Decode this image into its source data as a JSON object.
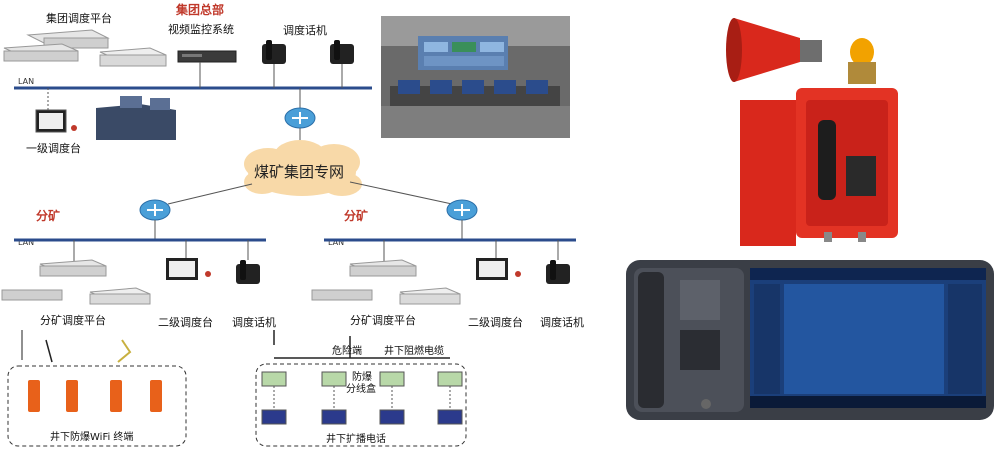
{
  "hq": {
    "title": "集团总部",
    "dispatch_platform": "集团调度平台",
    "video_system": "视频监控系统",
    "dispatch_phone": "调度话机",
    "lan": "LAN",
    "console_level1": "一级调度台"
  },
  "network": {
    "cloud_label": "煤矿集团专网"
  },
  "branch_left": {
    "title": "分矿",
    "lan": "LAN",
    "platform": "分矿调度平台",
    "console_level2": "二级调度台",
    "phone": "调度话机",
    "wifi_group": "井下防爆WiFi 终端"
  },
  "branch_right": {
    "title": "分矿",
    "lan": "LAN",
    "platform": "分矿调度平台",
    "console_level2": "二级调度台",
    "phone": "调度话机",
    "danger_end": "危险端",
    "cable": "井下阻燃电缆",
    "junction_box_1": "防爆",
    "junction_box_2": "分线盒",
    "broadcast_group": "井下扩播电话"
  },
  "colors": {
    "lan_line": "#2b4c8c",
    "router": "#4a9fd8",
    "cloud": "#f8d9a8",
    "accent_red": "#c0392b",
    "phone_red": "#d9281c",
    "terminal_orange": "#e8611a",
    "console_body": "#3a4a66",
    "screen_blue": "#1b3f7a"
  },
  "icons": [
    "router-icon",
    "server-icon",
    "phone-icon",
    "console-icon",
    "monitor-icon",
    "horn-speaker-icon",
    "warning-light-icon",
    "telephone-box-icon",
    "wifi-terminal-icon",
    "junction-box-icon",
    "broadcast-speaker-icon"
  ]
}
